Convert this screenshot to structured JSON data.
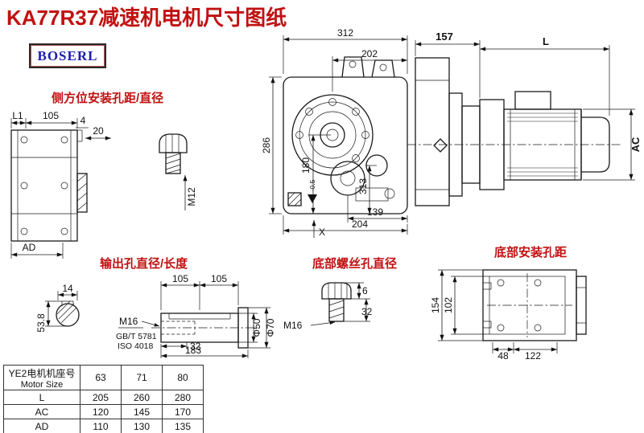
{
  "page": {
    "title": "KA77R37减速机电机尺寸图纸",
    "brand": "BOSERL"
  },
  "labels": {
    "side_mount": "侧方位安装孔距/直径",
    "output": "输出孔直径/长度",
    "bottom_screw": "底部螺丝孔直径",
    "bottom_mount": "底部安装孔距"
  },
  "front_view": {
    "width_total": "312",
    "width_upper": "202",
    "height_total": "286",
    "height_axis": "180",
    "height_axis_tol": "-0.5",
    "dim_vertical_inner": "313",
    "width_lower_inner": "139",
    "width_lower": "204",
    "datum_mark": "X"
  },
  "motor_view": {
    "dim_157": "157",
    "dim_L": "L",
    "dim_AC": "AC"
  },
  "left_view": {
    "dim_L1": "L1",
    "dim_105": "105",
    "dim_4": "4",
    "dim_AD": "AD"
  },
  "side_bolt": {
    "dim_20": "20",
    "thread": "M12"
  },
  "output_detail": {
    "dim_105a": "105",
    "dim_105b": "105",
    "thread": "M16",
    "std_gb": "GB/T 5781",
    "std_iso": "ISO 4018",
    "dim_32": "32",
    "dim_183": "183",
    "dia_bore": "Φ50",
    "dia_outer": "Φ70",
    "key_width": "14",
    "key_depth": "53.8"
  },
  "bottom_bolt": {
    "dim_6": "6",
    "dim_32": "32",
    "thread": "M16"
  },
  "bottom_view": {
    "dim_154": "154",
    "dim_102": "102",
    "dim_48": "48",
    "dim_122": "122"
  },
  "table": {
    "header_cn": "YE2电机机座号",
    "header_en": "Motor Size",
    "sizes": [
      "63",
      "71",
      "80"
    ],
    "rows": [
      {
        "label": "L",
        "values": [
          "205",
          "260",
          "280"
        ]
      },
      {
        "label": "AC",
        "values": [
          "120",
          "145",
          "170"
        ]
      },
      {
        "label": "AD",
        "values": [
          "110",
          "130",
          "135"
        ]
      }
    ]
  }
}
